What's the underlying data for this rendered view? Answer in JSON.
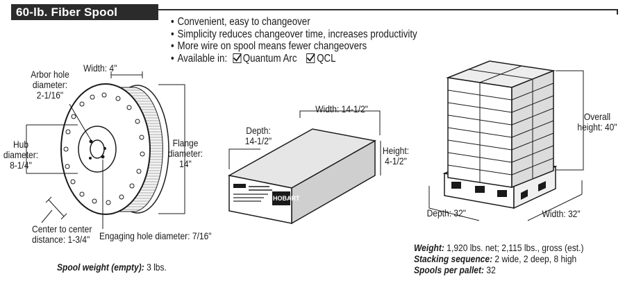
{
  "header": {
    "title": "60-lb. Fiber Spool"
  },
  "features": {
    "bullet": "•",
    "lines": [
      "Convenient, easy to changeover",
      "Simplicity reduces changeover time, increases productivity",
      "More wire on spool means fewer changeovers"
    ],
    "available_label": "Available in:",
    "options": [
      "Quantum Arc",
      "QCL"
    ]
  },
  "spool": {
    "width_label": "Width: 4\"",
    "arbor_line1": "Arbor hole",
    "arbor_line2": "diameter:",
    "arbor_value": "2-1/16\"",
    "hub_line1": "Hub",
    "hub_line2": "diameter:",
    "hub_value": "8-1/4\"",
    "flange_line1": "Flange",
    "flange_line2": "diameter:",
    "flange_value": "14\"",
    "center_line1": "Center to center",
    "center_line2": "distance: 1-3/4\"",
    "engaging": "Engaging hole diameter: 7/16\"",
    "weight_label": "Spool weight (empty):",
    "weight_value": "3 lbs."
  },
  "box": {
    "width_label": "Width: 14-1/2\"",
    "depth_line1": "Depth:",
    "depth_value": "14-1/2\"",
    "height_line1": "Height:",
    "height_value": "4-1/2\"",
    "brand": "HOBART"
  },
  "pallet": {
    "height_line1": "Overall",
    "height_line2": "height: 40\"",
    "depth_label": "Depth: 32\"",
    "width_label": "Width: 32\"",
    "weight_label": "Weight:",
    "weight_value": "1,920 lbs. net; 2,115 lbs., gross (est.)",
    "stacking_label": "Stacking sequence:",
    "stacking_value": "2 wide, 2 deep, 8 high",
    "spools_label": "Spools per pallet:",
    "spools_value": "32"
  },
  "colors": {
    "ink": "#1a1a1a",
    "header_bg": "#2b2b2b",
    "box_top": "#e6e6e6",
    "box_side": "#cfcfcf"
  }
}
